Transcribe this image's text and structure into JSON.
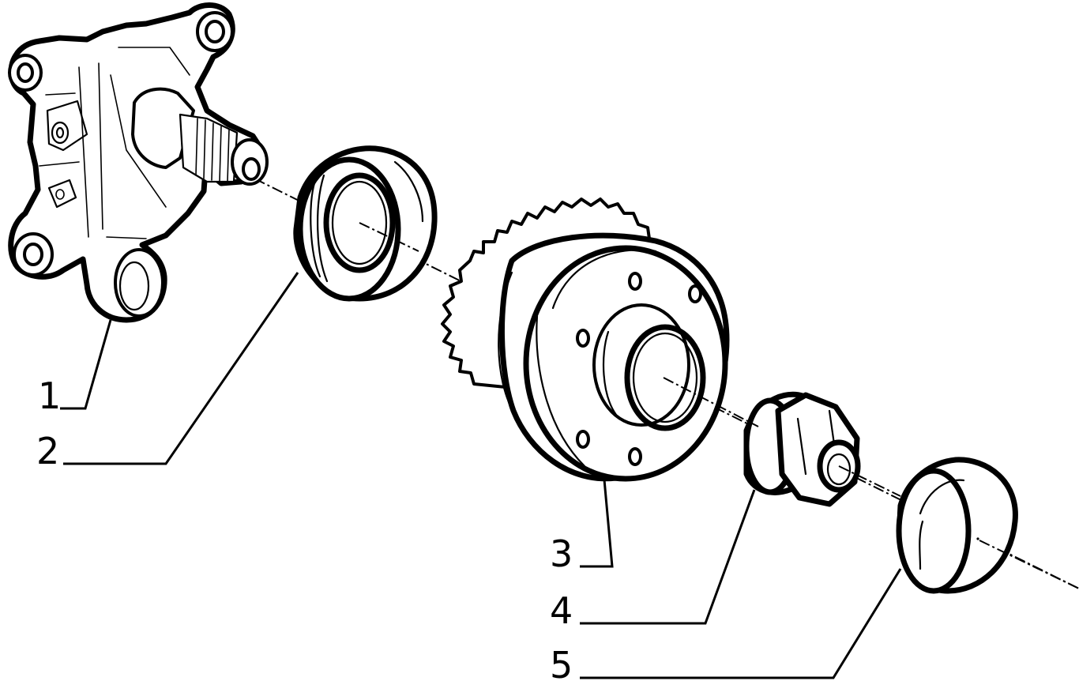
{
  "callouts": [
    {
      "id": 1,
      "label": "1"
    },
    {
      "id": 2,
      "label": "2"
    },
    {
      "id": 3,
      "label": "3"
    },
    {
      "id": 4,
      "label": "4"
    },
    {
      "id": 5,
      "label": "5"
    }
  ]
}
